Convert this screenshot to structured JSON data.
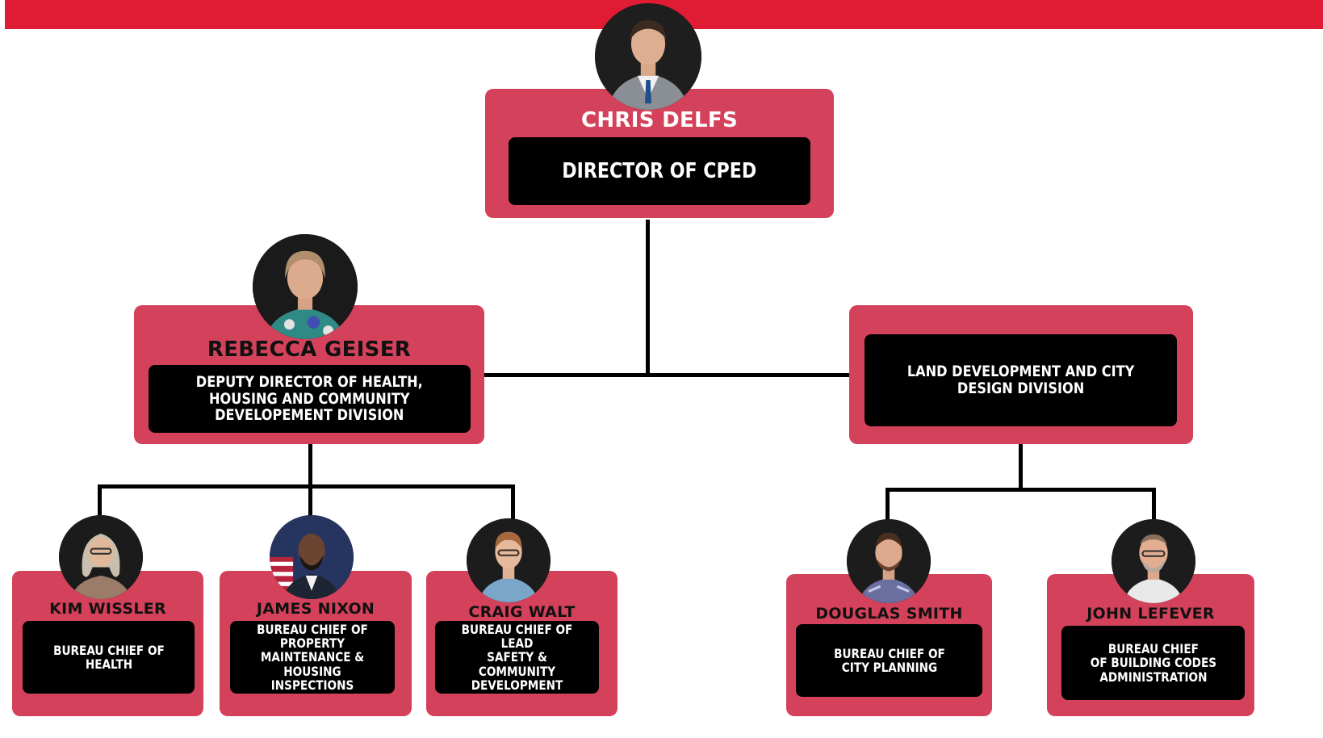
{
  "colors": {
    "banner": "#e01b34",
    "card": "#d4415a",
    "title_box": "#000000",
    "connector": "#000000"
  },
  "director": {
    "name": "CHRIS DELFS",
    "title": "DIRECTOR OF CPED",
    "avatar": "person-photo"
  },
  "deputy": {
    "name": "REBECCA GEISER",
    "title": "DEPUTY DIRECTOR OF HEALTH,\nHOUSING AND COMMUNITY\nDEVELOPEMENT DIVISION",
    "avatar": "person-photo"
  },
  "land_division": {
    "title": "LAND DEVELOPMENT AND CITY\nDESIGN DIVISION"
  },
  "bureau_chiefs": [
    {
      "name": "KIM WISSLER",
      "title": "BUREAU CHIEF OF\nHEALTH",
      "avatar": "person-photo"
    },
    {
      "name": "JAMES NIXON",
      "title": "BUREAU CHIEF OF\nPROPERTY\nMAINTENANCE &\nHOUSING INSPECTIONS",
      "avatar": "person-photo"
    },
    {
      "name": "CRAIG WALT",
      "title": "BUREAU CHIEF OF LEAD\nSAFETY & COMMUNITY\nDEVELOPMENT",
      "avatar": "person-photo"
    },
    {
      "name": "DOUGLAS SMITH",
      "title": "BUREAU CHIEF OF\nCITY PLANNING",
      "avatar": "person-photo"
    },
    {
      "name": "JOHN LEFEVER",
      "title": "BUREAU CHIEF\nOF BUILDING CODES\nADMINISTRATION",
      "avatar": "person-photo"
    }
  ]
}
